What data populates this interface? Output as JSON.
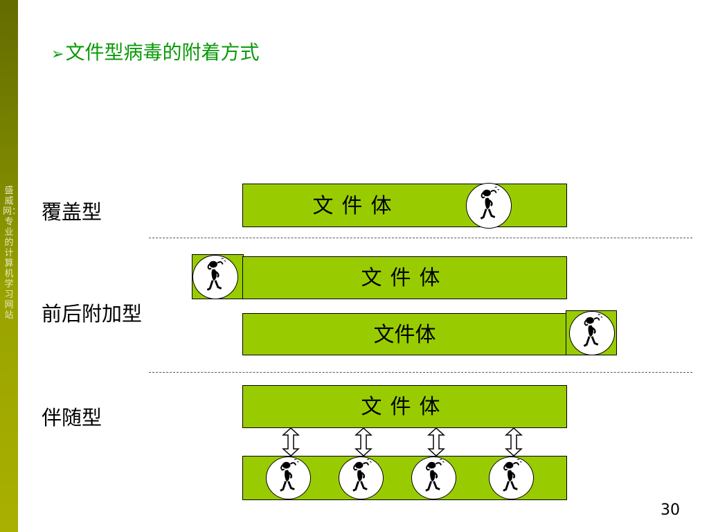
{
  "sidebar": {
    "text": "盛威网：专业的计算机学习网站"
  },
  "title": {
    "arrow": "➢",
    "text": "文件型病毒的附着方式"
  },
  "labels": {
    "overwrite": "覆盖型",
    "prepend_append": "前后附加型",
    "companion": "伴随型"
  },
  "bars": {
    "overwrite": "文件体",
    "prepend": "文件体",
    "append": "文件体",
    "companion": "文件体"
  },
  "page_number": "30",
  "colors": {
    "bar": "#99cc00",
    "title": "#0a9a0a",
    "sidebar": "#7f8a00"
  },
  "icons": [
    "virus-figure-icon",
    "double-arrow-icon"
  ]
}
